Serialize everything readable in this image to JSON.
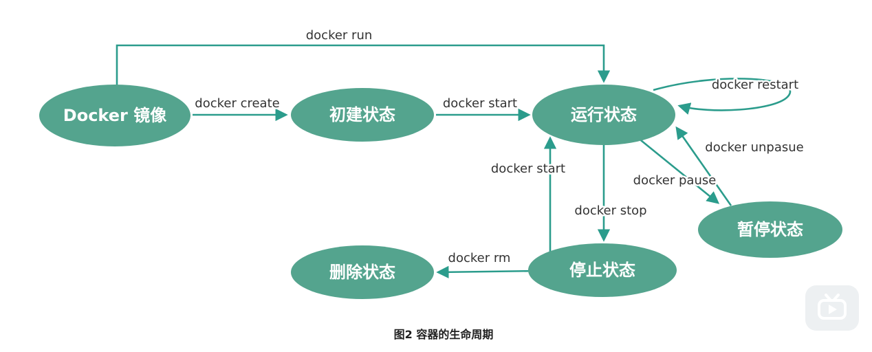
{
  "diagram": {
    "caption": "图2 容器的生命周期",
    "colors": {
      "node_fill": "#54a48e",
      "arrow": "#2b9c8c",
      "node_text": "#ffffff",
      "edge_label": "#333333"
    },
    "nodes": {
      "image": {
        "label": "Docker 镜像"
      },
      "created": {
        "label": "初建状态"
      },
      "running": {
        "label": "运行状态"
      },
      "paused": {
        "label": "暂停状态"
      },
      "stopped": {
        "label": "停止状态"
      },
      "deleted": {
        "label": "删除状态"
      }
    },
    "edges": {
      "run": {
        "label": "docker run"
      },
      "create": {
        "label": "docker create"
      },
      "start_created_to_running": {
        "label": "docker start"
      },
      "restart": {
        "label": "docker restart"
      },
      "unpause": {
        "label": "docker unpasue"
      },
      "pause": {
        "label": "docker pause"
      },
      "stop": {
        "label": "docker stop"
      },
      "start_stopped_to_running": {
        "label": "docker start"
      },
      "rm": {
        "label": "docker rm"
      }
    }
  },
  "overlay": {
    "video_icon": "tv-play-icon"
  }
}
